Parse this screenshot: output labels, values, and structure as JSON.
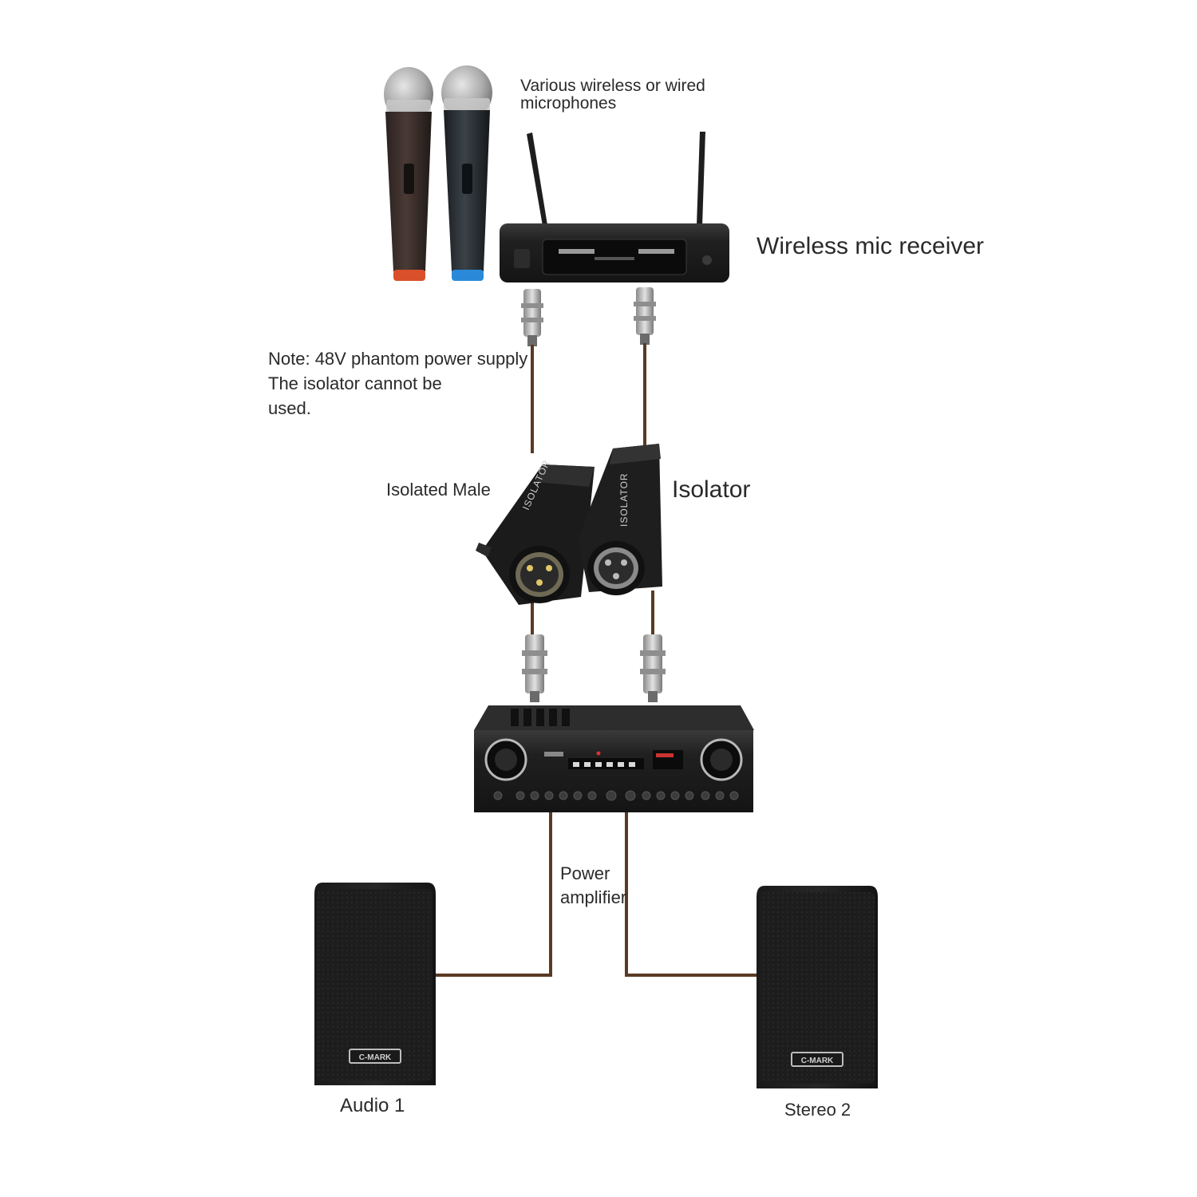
{
  "labels": {
    "microphones_line1": "Various wireless or wired",
    "microphones_line2": "microphones",
    "receiver": "Wireless mic receiver",
    "note_line1": "Note: 48V phantom power supply",
    "note_line2": "The isolator cannot be",
    "note_line3": "used.",
    "isolated_male": "Isolated Male",
    "isolator": "Isolator",
    "amplifier_line1": "Power",
    "amplifier_line2": "amplifier",
    "speaker_left": "Audio 1",
    "speaker_right": "Stereo 2"
  },
  "speaker_badge": "C-MARK",
  "isolator_text": "ISOLATOR",
  "colors": {
    "device_black": "#1c1c1c",
    "cable_brown": "#5a3a24",
    "connector_silver": "#b8b8b8",
    "mic_ring_red": "#d9502a",
    "mic_ring_blue": "#2a8ad9"
  }
}
